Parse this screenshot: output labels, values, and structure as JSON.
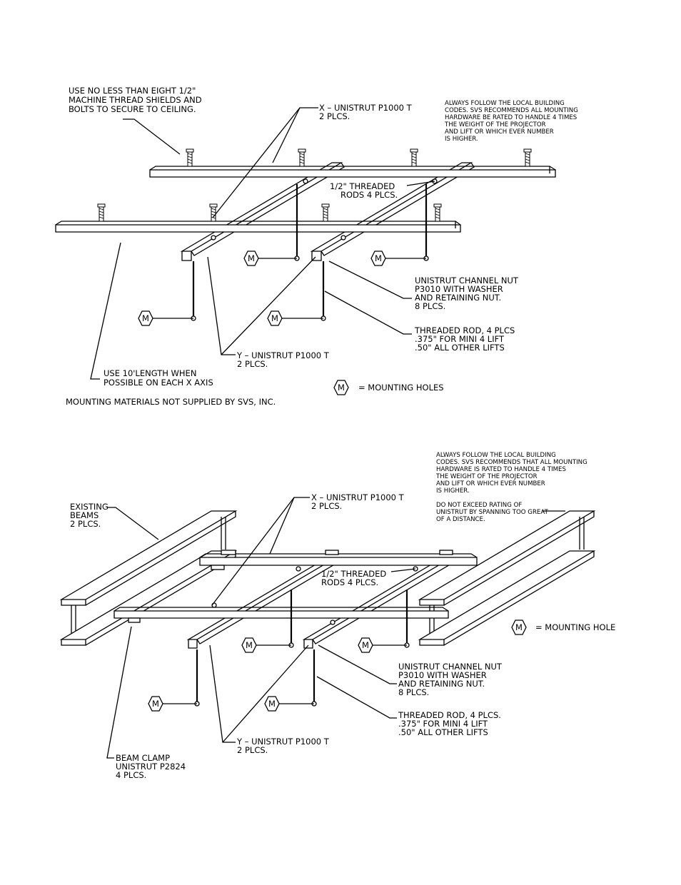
{
  "diagram_top": {
    "note_bolts": [
      "USE NO LESS THAN EIGHT  1/2\"",
      " MACHINE THREAD SHIELDS AND",
      "BOLTS TO SECURE TO CEILING."
    ],
    "x_label": [
      "X  –  UNISTRUT P1000 T",
      "2  PLCS."
    ],
    "code_note": [
      "ALWAYS FOLLOW THE LOCAL BUILDING",
      "CODES. SVS RECOMMENDS   ALL MOUNTING",
      "HARDWARE  BE RATED TO HANDLE 4 TIMES",
      "THE WEIGHT OF THE PROJECTOR",
      "AND LIFT OR WHICH EVER NUMBER",
      "IS HIGHER."
    ],
    "rods_label": [
      "1/2\"  THREADED",
      "RODS 4 PLCS."
    ],
    "channel_nut": [
      "UNISTRUT CHANNEL NUT",
      "P3010 WITH WASHER",
      "AND RETAINING NUT.",
      "8 PLCS."
    ],
    "threaded_rod": [
      "THREADED ROD, 4 PLCS",
      ".375\" FOR MINI 4 LIFT",
      ".50\" ALL OTHER LIFTS"
    ],
    "y_label": [
      "Y  –  UNISTRUT P1000 T",
      "2  PLCS."
    ],
    "length_note": [
      "USE 10'LENGTH WHEN",
      "POSSIBLE ON EACH X AXIS"
    ],
    "legend": "=  MOUNTING HOLES",
    "footer": "MOUNTING MATERIALS NOT SUPPLIED BY SVS, INC."
  },
  "diagram_bottom": {
    "code_note": [
      "ALWAYS FOLLOW THE LOCAL BUILDING",
      "CODES. SVS RECOMMENDS THAT ALL MOUNTING",
      "HARDWARE IS RATED   TO HANDLE 4 TIMES",
      "THE WEIGHT OF THE PROJECTOR",
      "AND LIFT OR WHICH EVER NUMBER",
      "IS HIGHER."
    ],
    "span_note": [
      "DO NOT EXCEED RATING OF",
      "UNISTRUT BY SPANNING TOO GREAT",
      "OF A DISTANCE."
    ],
    "beams_label": [
      "EXISTING",
      "BEAMS",
      "2 PLCS."
    ],
    "x_label": [
      "X  –  UNISTRUT P1000 T",
      "2  PLCS."
    ],
    "rods_label": [
      "1/2\"  THREADED",
      "RODS 4 PLCS."
    ],
    "legend": "=  MOUNTING HOLE",
    "channel_nut": [
      "UNISTRUT CHANNEL NUT",
      "P3010 WITH WASHER",
      "AND RETAINING NUT.",
      "8 PLCS."
    ],
    "threaded_rod": [
      "THREADED ROD, 4 PLCS.",
      ".375\" FOR MINI 4 LIFT",
      ".50\" ALL OTHER LIFTS"
    ],
    "y_label": [
      "Y  –  UNISTRUT P1000 T",
      "2  PLCS."
    ],
    "clamp_label": [
      "BEAM CLAMP",
      "UNISTRUT P2824",
      "4 PLCS."
    ]
  },
  "hole_symbol": "M"
}
